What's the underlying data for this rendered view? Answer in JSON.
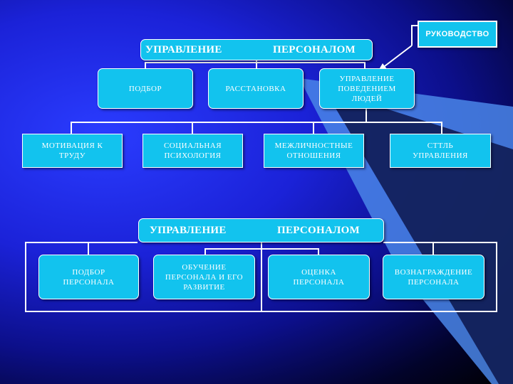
{
  "diagram1": {
    "title_word1": "УПРАВЛЕНИЕ",
    "title_word2": "ПЕРСОНАЛОМ",
    "level1": [
      "ПОДБОР",
      "РАССТАНОВКА",
      "УПРАВЛЕНИЕ ПОВЕДЕНИЕМ ЛЮДЕЙ"
    ],
    "level2": [
      "МОТИВАЦИЯ К ТРУДУ",
      "СОЦИАЛЬНАЯ ПСИХОЛОГИЯ",
      "МЕЖЛИЧНОСТНЫЕ ОТНОШЕНИЯ",
      "СТТЛЬ УПРАВЛЕНИЯ"
    ]
  },
  "callout": {
    "label": "РУКОВОДСТВО"
  },
  "diagram2": {
    "title_word1": "УПРАВЛЕНИЕ",
    "title_word2": "ПЕРСОНАЛОМ",
    "items": [
      "ПОДБОР ПЕРСОНАЛА",
      "ОБУЧЕНИЕ ПЕРСОНАЛА И ЕГО РАЗВИТИЕ",
      "ОЦЕНКА ПЕРСОНАЛА",
      "ВОЗНАГРАЖДЕНИЕ ПЕРСОНАЛА"
    ]
  },
  "colors": {
    "box_fill": "#12c3ee",
    "line": "#ffffff",
    "accent_shape": "#4a86e8"
  }
}
